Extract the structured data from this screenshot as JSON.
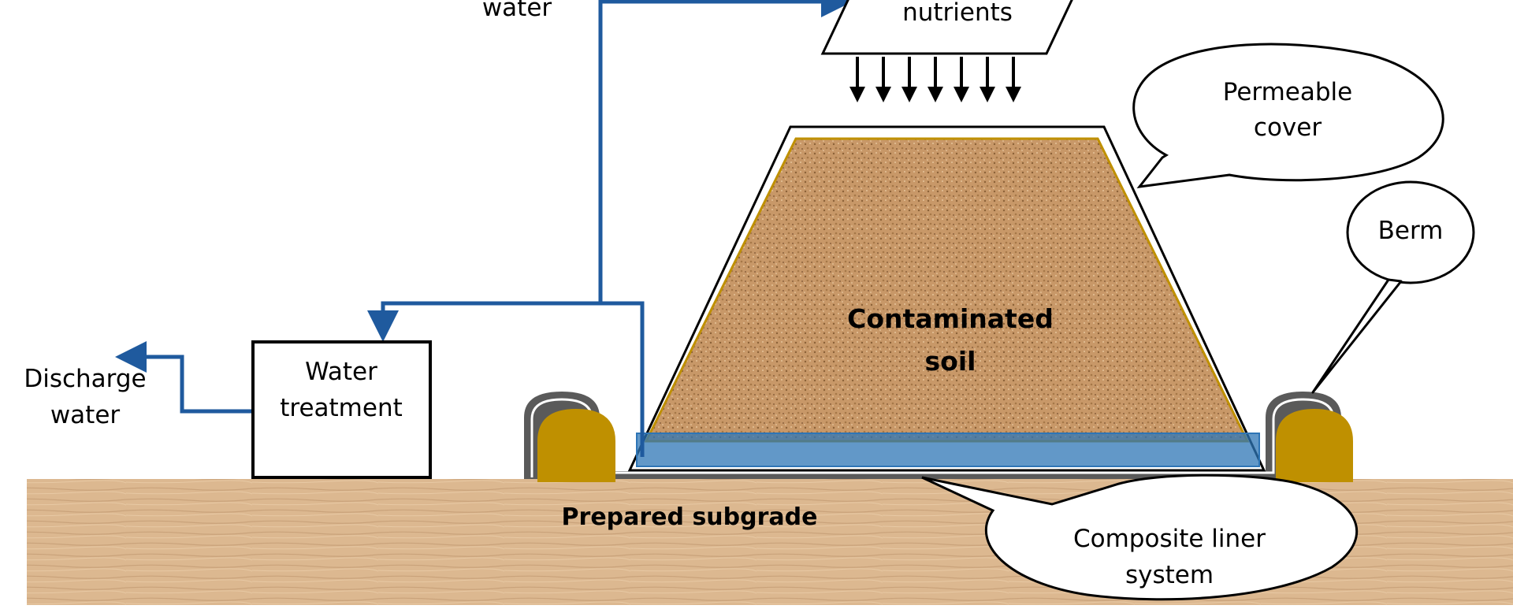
{
  "labels": {
    "water_top": "water",
    "nutrients": "nutrients",
    "permeable_cover_line1": "Permeable",
    "permeable_cover_line2": "cover",
    "berm": "Berm",
    "contaminated_soil_line1": "Contaminated",
    "contaminated_soil_line2": "soil",
    "discharge_line1": "Discharge",
    "discharge_line2": "water",
    "water_treatment_line1": "Water",
    "water_treatment_line2": "treatment",
    "prepared_subgrade": "Prepared subgrade",
    "composite_liner_line1": "Composite liner",
    "composite_liner_line2": "system"
  },
  "colors": {
    "pipe": "#1f5a9e",
    "ground": "#dcb890",
    "soil": "#c89868",
    "berm_fill": "#bf9000",
    "leachate": "#2e75b6",
    "liner": "#555555"
  }
}
